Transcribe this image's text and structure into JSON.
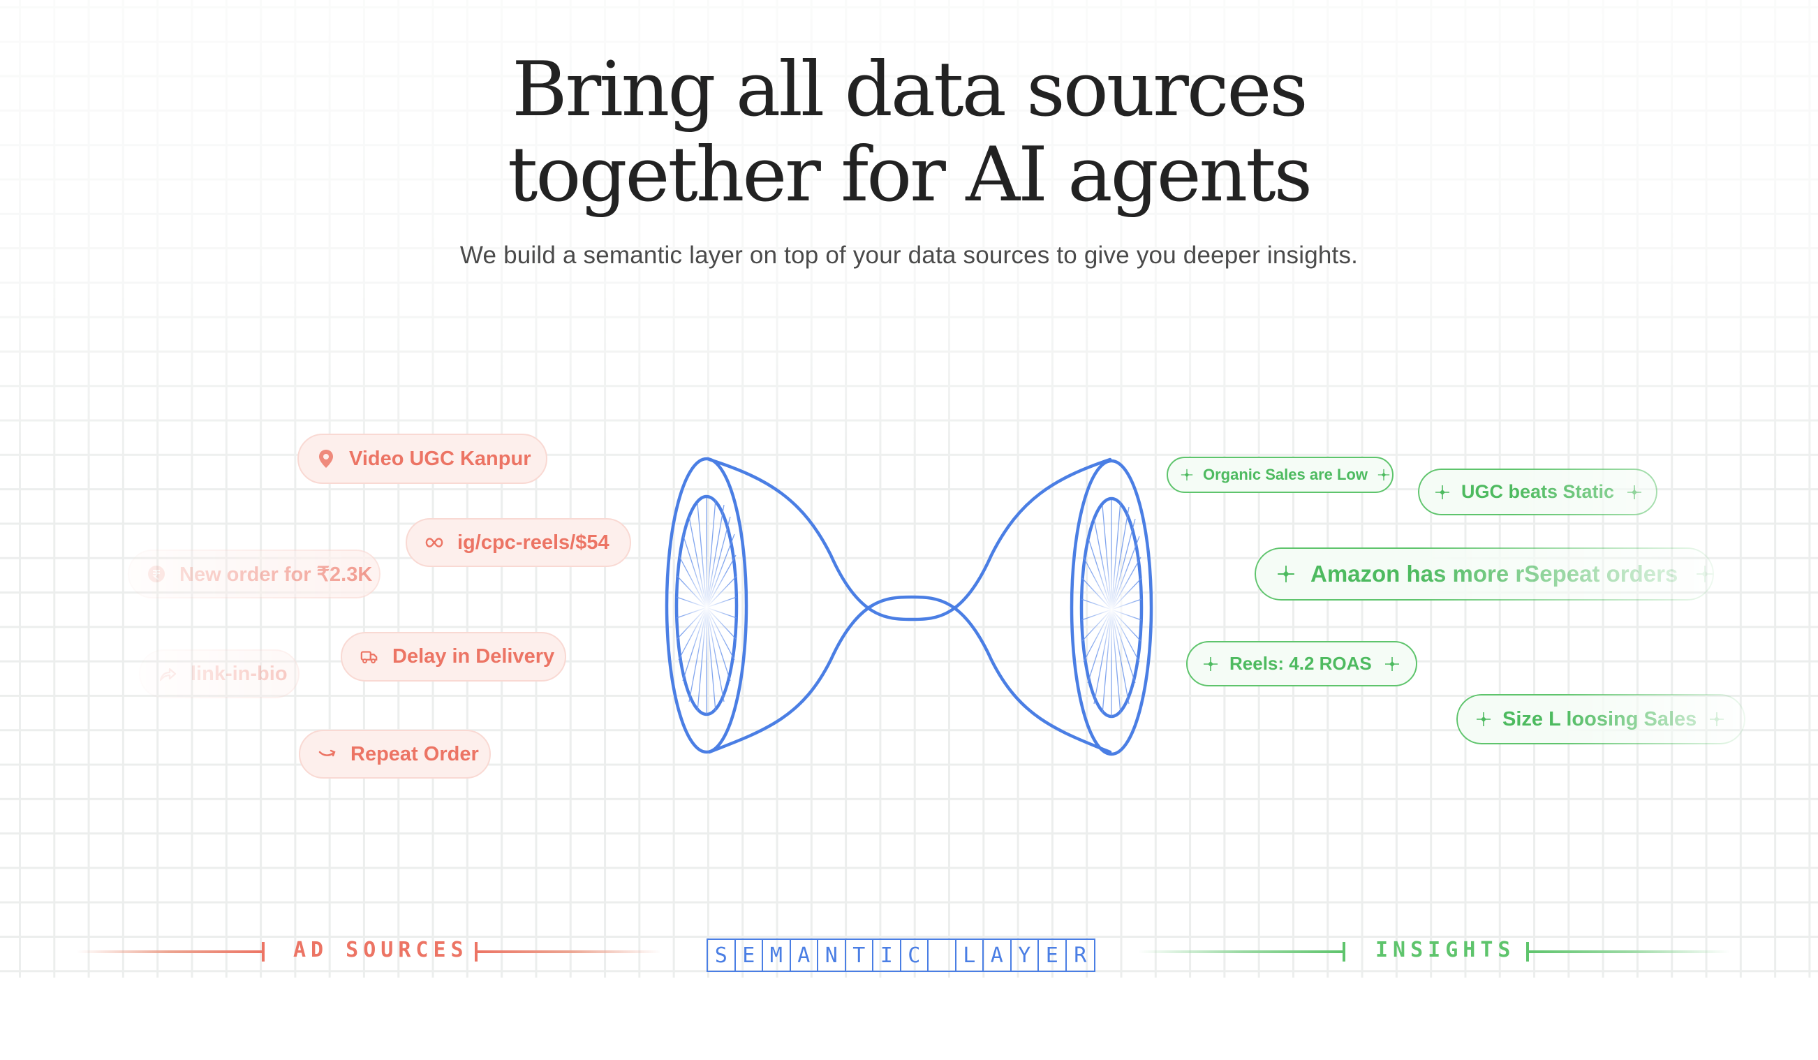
{
  "hero": {
    "title_line1": "Bring all data sources",
    "title_line2": "together for AI agents",
    "subtitle": "We build a semantic layer on top of your data sources to give you deeper insights."
  },
  "sources": {
    "label": "AD SOURCES",
    "color": "#ec7464",
    "items": [
      {
        "label": "Video UGC Kanpur",
        "icon": "map-pin-icon"
      },
      {
        "label": "ig/cpc-reels/$54",
        "icon": "meta-infinity-icon"
      },
      {
        "label": "New order for ₹2.3K",
        "icon": "rupee-icon"
      },
      {
        "label": "Delay in Delivery",
        "icon": "truck-icon"
      },
      {
        "label": "link-in-bio",
        "icon": "share-arrow-icon"
      },
      {
        "label": "Repeat Order",
        "icon": "amazon-smile-icon"
      }
    ]
  },
  "semantic_layer": {
    "label": "SEMANTIC LAYER",
    "letters": [
      "S",
      "E",
      "M",
      "A",
      "N",
      "T",
      "I",
      "C",
      " ",
      "L",
      "A",
      "Y",
      "E",
      "R"
    ],
    "color": "#4a7ee4"
  },
  "insights": {
    "label": "INSIGHTS",
    "color": "#4dba5f",
    "items": [
      {
        "label": "Organic Sales are Low",
        "icon": "sparkle-icon"
      },
      {
        "label": "UGC beats Static",
        "icon": "sparkle-icon"
      },
      {
        "label": "Amazon has more rSepeat orders",
        "icon": "sparkle-icon"
      },
      {
        "label": "Reels: 4.2 ROAS",
        "icon": "sparkle-icon"
      },
      {
        "label": "Size L loosing Sales",
        "icon": "sparkle-icon"
      }
    ]
  }
}
